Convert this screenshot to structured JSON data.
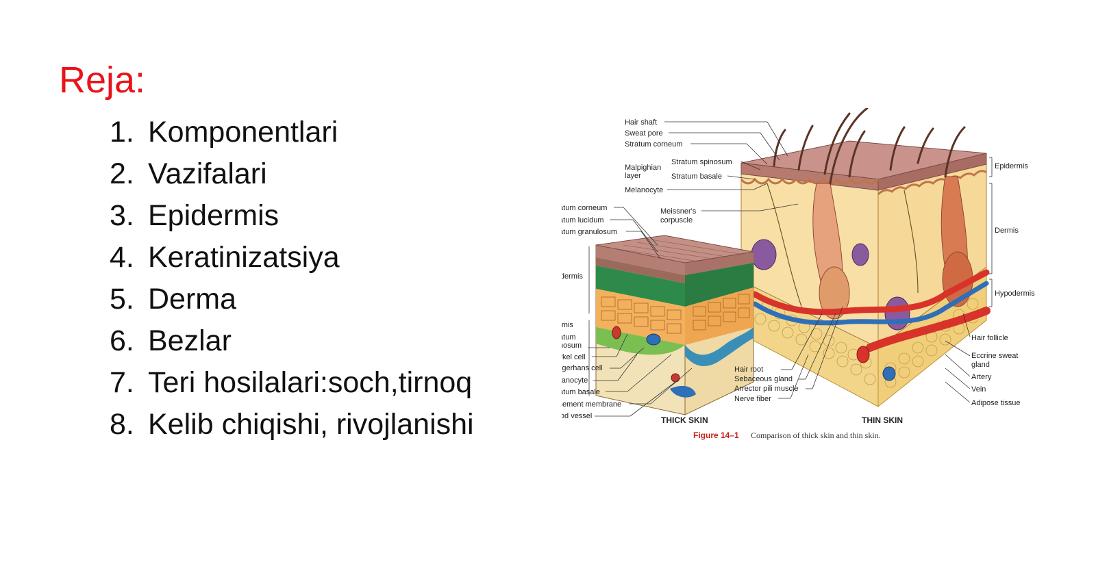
{
  "slide": {
    "title": "Reja:",
    "items": [
      {
        "num": "1.",
        "text": "Komponentlari"
      },
      {
        "num": "2.",
        "text": "Vazifalari"
      },
      {
        "num": "3.",
        "text": "Epidermis"
      },
      {
        "num": "4.",
        "text": "Keratinizatsiya"
      },
      {
        "num": "5.",
        "text": "Derma"
      },
      {
        "num": "6.",
        "text": "Bezlar"
      },
      {
        "num": "7.",
        "text": "Teri hosilalari:soch,tirnoq"
      },
      {
        "num": "8.",
        "text": "Kelib chiqishi, rivojlanishi"
      }
    ]
  },
  "figure": {
    "caption_label": "Figure 14–1",
    "caption_text": "Comparison of thick skin and thin skin.",
    "thick_skin": "THICK SKIN",
    "thin_skin": "THIN SKIN",
    "labels": {
      "hair_shaft": "Hair shaft",
      "sweat_pore": "Sweat pore",
      "stratum_corneum_top": "Stratum corneum",
      "malpighian_1": "Malpighian",
      "malpighian_2": "layer",
      "stratum_spinosum_top": "Stratum spinosum",
      "stratum_basale_top": "Stratum basale",
      "melanocyte_top": "Melanocyte",
      "meissner_1": "Meissner's",
      "meissner_2": "corpuscle",
      "stratum_corneum": "Stratum corneum",
      "stratum_lucidum": "Stratum lucidum",
      "stratum_granulosum": "Stratum granulosum",
      "epidermis_left": "Epidermis",
      "dermis_left": "Dermis",
      "stratum_spinosum_1": "Stratum",
      "stratum_spinosum_2": "spinosum",
      "merkel_cell": "Merkel cell",
      "langerhans_cell": "Langerhans cell",
      "melanocyte": "Melanocyte",
      "stratum_basale": "Stratum basale",
      "basement_membrane": "Basement membrane",
      "blood_vessel": "Blood vessel",
      "hair_root": "Hair root",
      "sebaceous_gland": "Sebaceous gland",
      "arrector_pili": "Arrector pili muscle",
      "nerve_fiber": "Nerve fiber",
      "epidermis_right": "Epidermis",
      "dermis_right": "Dermis",
      "hypodermis": "Hypodermis",
      "hair_follicle": "Hair follicle",
      "eccrine_1": "Eccrine sweat",
      "eccrine_2": "gland",
      "artery": "Artery",
      "vein": "Vein",
      "adipose": "Adipose tissue"
    }
  }
}
